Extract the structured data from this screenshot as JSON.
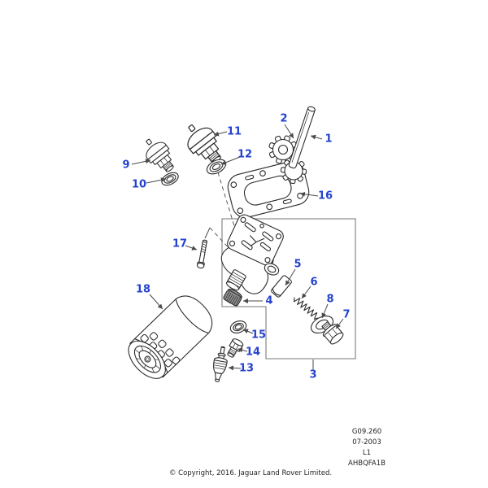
{
  "colors": {
    "background": "#ffffff",
    "callout": "#2442cc",
    "line_art": "#2b2b2b",
    "leader": "#4a4a4a",
    "assembly_box": "#909090",
    "footer_text": "#222222"
  },
  "callouts": {
    "1": {
      "label": "1"
    },
    "2": {
      "label": "2"
    },
    "3": {
      "label": "3"
    },
    "4": {
      "label": "4"
    },
    "5": {
      "label": "5"
    },
    "6": {
      "label": "6"
    },
    "7": {
      "label": "7"
    },
    "8": {
      "label": "8"
    },
    "9": {
      "label": "9"
    },
    "10": {
      "label": "10"
    },
    "11": {
      "label": "11"
    },
    "12": {
      "label": "12"
    },
    "13": {
      "label": "13"
    },
    "14": {
      "label": "14"
    },
    "15": {
      "label": "15"
    },
    "16": {
      "label": "16"
    },
    "17": {
      "label": "17"
    },
    "18": {
      "label": "18"
    }
  },
  "footer": {
    "ref_lines": [
      "G09.260",
      "07-2003",
      "L1",
      "AHBQFA1B"
    ],
    "copyright": "© Copyright, 2016. Jaguar Land Rover Limited."
  }
}
